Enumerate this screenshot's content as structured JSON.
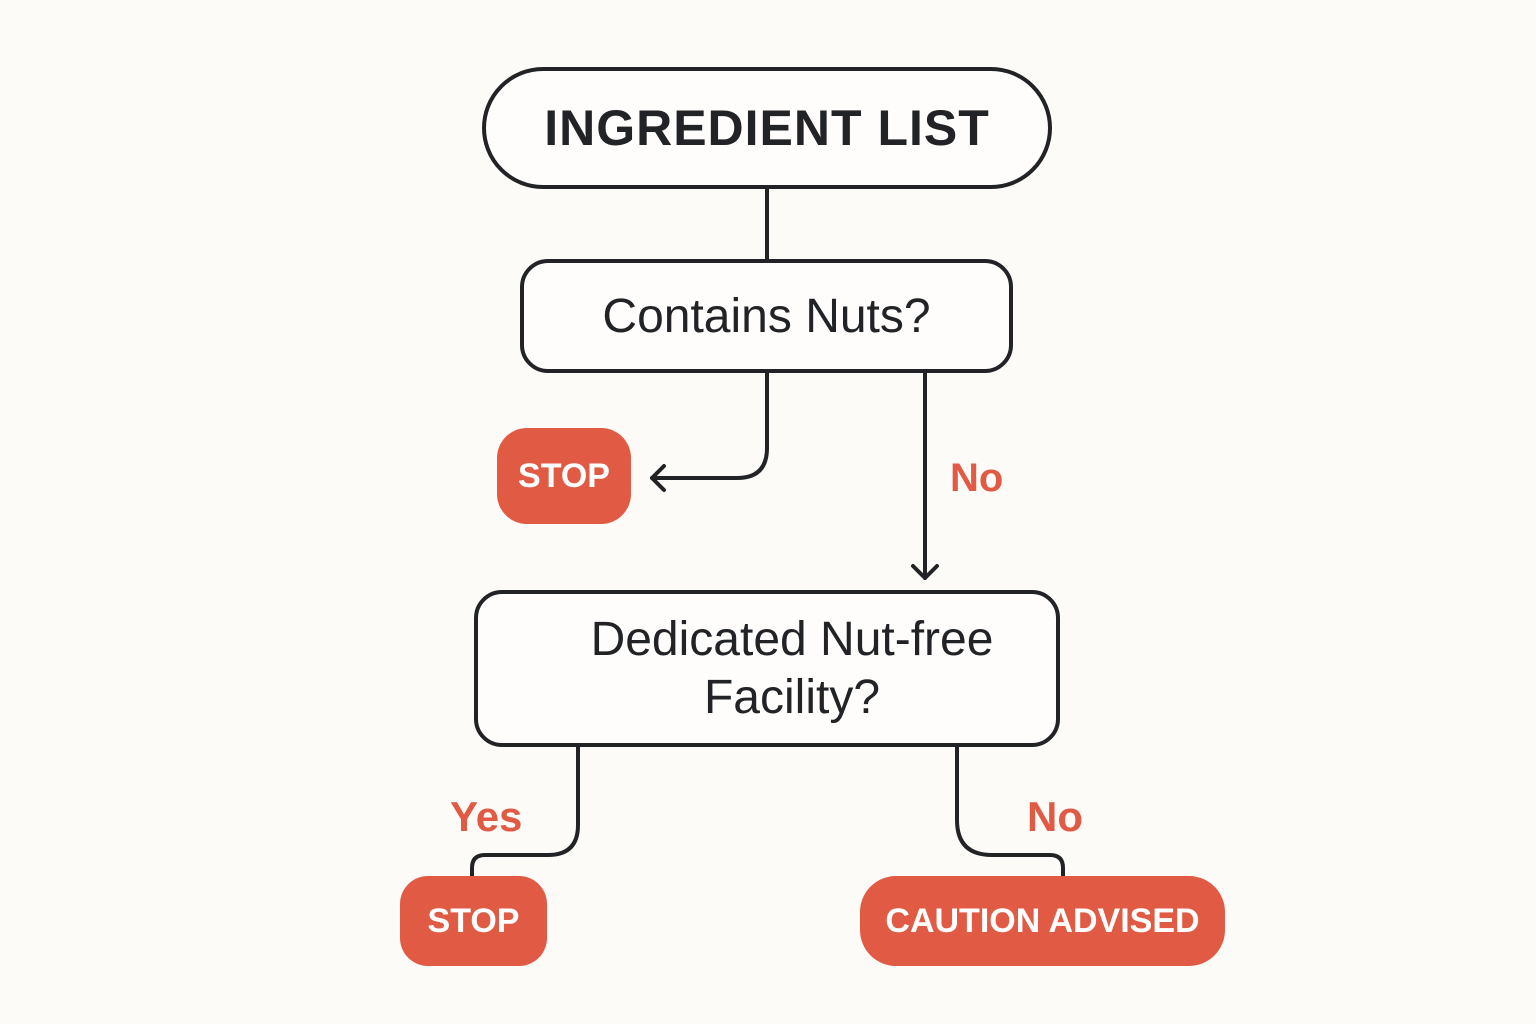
{
  "nodes": {
    "start": "INGREDIENT LIST",
    "q1": "Contains Nuts?",
    "q2_line1": "Dedicated Nut-free",
    "q2_line2": "Facility?"
  },
  "terminals": {
    "stop1": "STOP",
    "stop2": "STOP",
    "caution": "CAUTION ADVISED"
  },
  "labels": {
    "q1_no": "No",
    "q2_yes": "Yes",
    "q2_no": "No"
  },
  "colors": {
    "accent": "#e05a44",
    "stroke": "#222326",
    "background": "#fdfbf8"
  }
}
